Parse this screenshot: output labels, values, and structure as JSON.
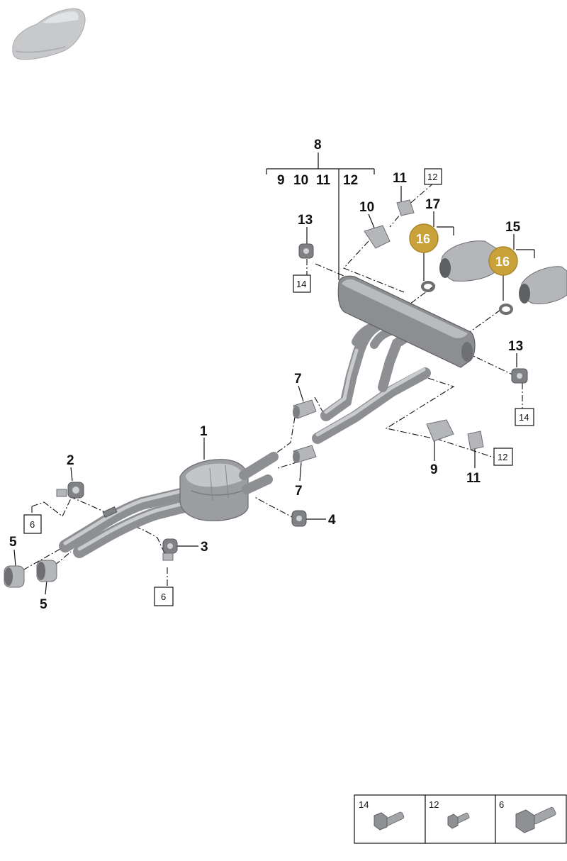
{
  "callouts": {
    "p1": "1",
    "p2": "2",
    "p3": "3",
    "p4": "4",
    "p5a": "5",
    "p5b": "5",
    "p7a": "7",
    "p7b": "7",
    "p8": "8",
    "p9a": "9",
    "p9b": "9",
    "p10a": "10",
    "p10b": "10",
    "p11a": "11",
    "p11b": "11",
    "p11c": "11",
    "p12a": "12",
    "p13a": "13",
    "p13b": "13",
    "p15": "15",
    "p17": "17"
  },
  "boxed_refs": {
    "b6a": "6",
    "b6b": "6",
    "b12a": "12",
    "b12b": "12",
    "b14a": "14",
    "b14b": "14"
  },
  "highlights": {
    "h16a": "16",
    "h16b": "16",
    "color": "#c9a23a"
  },
  "legend": {
    "items": [
      {
        "label": "14",
        "icon": "hex-bolt-medium-icon"
      },
      {
        "label": "12",
        "icon": "hex-bolt-small-icon"
      },
      {
        "label": "6",
        "icon": "hex-bolt-large-icon"
      }
    ]
  }
}
